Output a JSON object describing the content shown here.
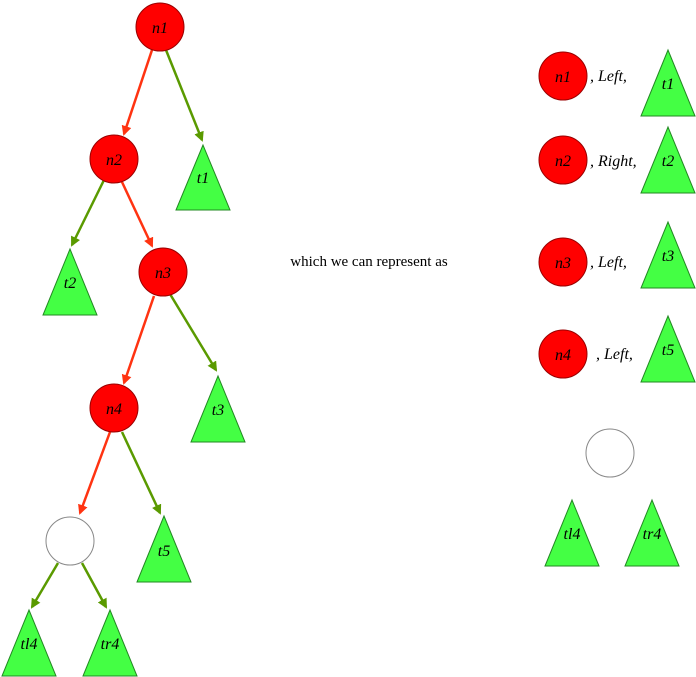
{
  "colors": {
    "node_fill": "#ff0000",
    "node_stroke": "#990000",
    "subtree_fill": "#44ff44",
    "subtree_stroke": "#228822",
    "path_edge": "#ff3311",
    "off_edge": "#5a9a00",
    "hole_fill": "#ffffff",
    "hole_stroke": "#888888"
  },
  "tree": {
    "nodes": {
      "n1": "n1",
      "n2": "n2",
      "n3": "n3",
      "n4": "n4"
    },
    "subtrees": {
      "t1": "t1",
      "t2": "t2",
      "t3": "t3",
      "t5": "t5",
      "tl4": "tl4",
      "tr4": "tr4"
    }
  },
  "middle": {
    "text": "which we can represent as"
  },
  "zipper": {
    "frames": [
      {
        "node": "n1",
        "dir": ", Left,",
        "tree": "t1"
      },
      {
        "node": "n2",
        "dir": ", Right,",
        "tree": "t2"
      },
      {
        "node": "n3",
        "dir": ", Left,",
        "tree": "t3"
      },
      {
        "node": "n4",
        "dir": ", Left,",
        "tree": "t5"
      }
    ],
    "focus": {
      "left": "tl4",
      "right": "tr4"
    }
  }
}
